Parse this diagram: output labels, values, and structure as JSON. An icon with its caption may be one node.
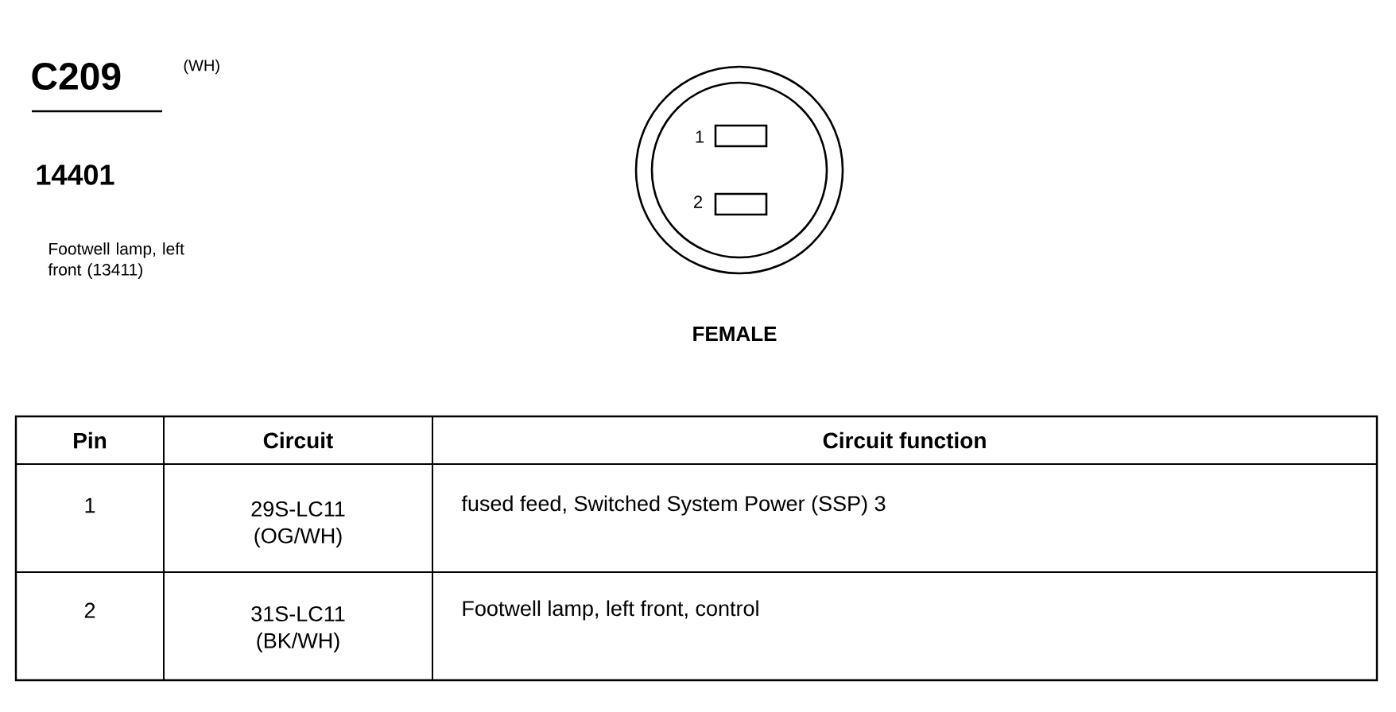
{
  "diagram": {
    "title": "C209",
    "labels": [
      "(WH)",
      "14401",
      "Footwell lamp, left front (13411)",
      "1",
      "2",
      "FEMALE",
      "Pin",
      "Circuit",
      "Circuit function",
      "1",
      "29S-LC11 (OG/WH)",
      "fused feed, Switched System Power (SSP) 3",
      "2",
      "31S-LC11 (BK/WH)",
      "Footwell lamp, left front, control"
    ]
  }
}
